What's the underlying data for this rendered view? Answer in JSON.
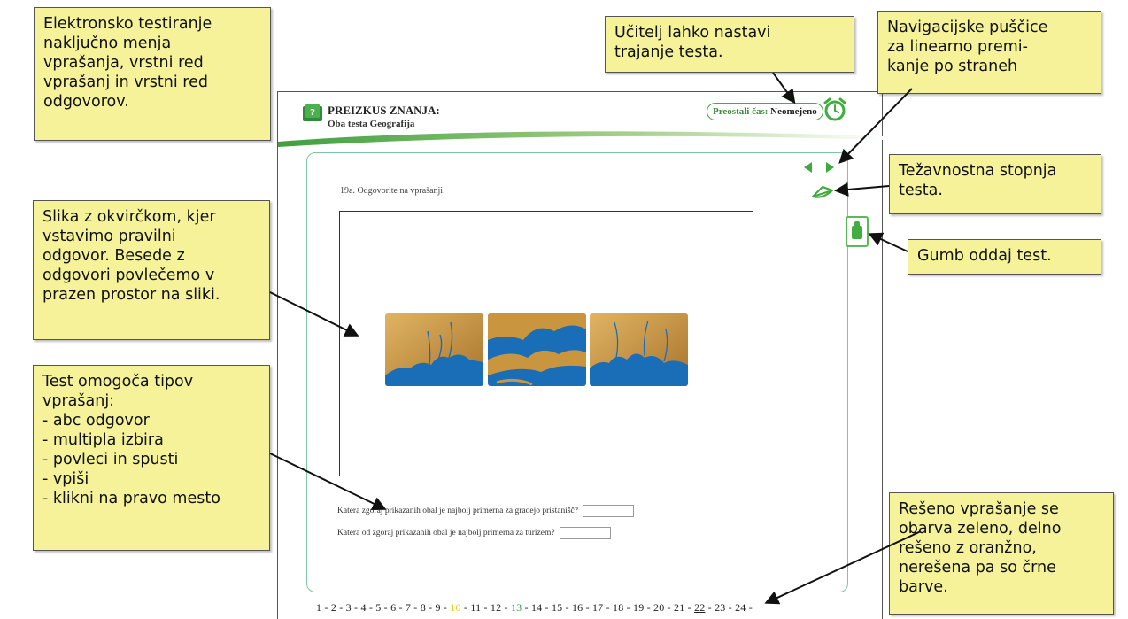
{
  "header": {
    "title": "PREIZKUS ZNANJA:",
    "subtitle": "Oba testa Geografija",
    "timer_label": "Preostali čas:",
    "timer_value": "Neomejeno"
  },
  "question": {
    "heading": "19a. Odgovorite na vprašanji.",
    "line1_prefix": "Katera",
    "line1_rest": "zgoraj  prikazanih obal je najbolj primerna za gradejo pristanišč?",
    "line2": "Katera od zgoraj prikazanih obal je najbolj primerna za turizem?",
    "answer1": "",
    "answer2": ""
  },
  "pager": {
    "pages": [
      {
        "label": "1",
        "status": "unsolved"
      },
      {
        "label": "2",
        "status": "unsolved"
      },
      {
        "label": "3",
        "status": "unsolved"
      },
      {
        "label": "4",
        "status": "unsolved"
      },
      {
        "label": "5",
        "status": "unsolved"
      },
      {
        "label": "6",
        "status": "unsolved"
      },
      {
        "label": "7",
        "status": "unsolved"
      },
      {
        "label": "8",
        "status": "unsolved"
      },
      {
        "label": "9",
        "status": "unsolved"
      },
      {
        "label": "10",
        "status": "partial"
      },
      {
        "label": "11",
        "status": "unsolved"
      },
      {
        "label": "12",
        "status": "unsolved"
      },
      {
        "label": "13",
        "status": "solved"
      },
      {
        "label": "14",
        "status": "unsolved"
      },
      {
        "label": "15",
        "status": "unsolved"
      },
      {
        "label": "16",
        "status": "unsolved"
      },
      {
        "label": "17",
        "status": "unsolved"
      },
      {
        "label": "18",
        "status": "unsolved"
      },
      {
        "label": "19",
        "status": "unsolved"
      },
      {
        "label": "20",
        "status": "unsolved"
      },
      {
        "label": "21",
        "status": "unsolved"
      },
      {
        "label": "22",
        "status": "current"
      },
      {
        "label": "23",
        "status": "unsolved"
      },
      {
        "label": "24",
        "status": "unsolved"
      }
    ],
    "separator": " - ",
    "trailing": " -"
  },
  "callouts": {
    "randomize": "Elektronsko testiranje\nnaključno menja\nvprašanja, vrstni red\nvprašanj in vrstni red\nodgovorov.",
    "timer": "Učitelj lahko nastavi\ntrajanje testa.",
    "navigation": "Navigacijske puščice\nza linearno premi-\nkanje po straneh",
    "difficulty": "Težavnostna stopnja\ntesta.",
    "image": "Slika z okvirčkom, kjer\nvstavimo pravilni\nodgovor. Besede z\nodgovori povlečemo v\nprazen prostor na sliki.",
    "submit": "Gumb oddaj test.",
    "types": "Test omogoča tipov\nvprašanj:\n- abc odgovor\n- multipla izbira\n- povleci in spusti\n- vpiši\n- klikni na pravo mesto",
    "status": "Rešeno vprašanje se\nobarva zeleno, delno\nrešeno z oranžno,\nnerešena pa so črne\nbarve."
  },
  "colors": {
    "solved": "#2fa84f",
    "partial": "#f2c81a",
    "unsolved": "#222222",
    "accent": "#3f9f3f",
    "callout_bg": "#f5f29a",
    "map_land": "#c9953e",
    "map_water": "#1a6eb8"
  },
  "icons": [
    "book-icon",
    "alarm-clock-icon",
    "arrow-left-icon",
    "arrow-right-icon",
    "difficulty-icon",
    "submit-icon"
  ]
}
